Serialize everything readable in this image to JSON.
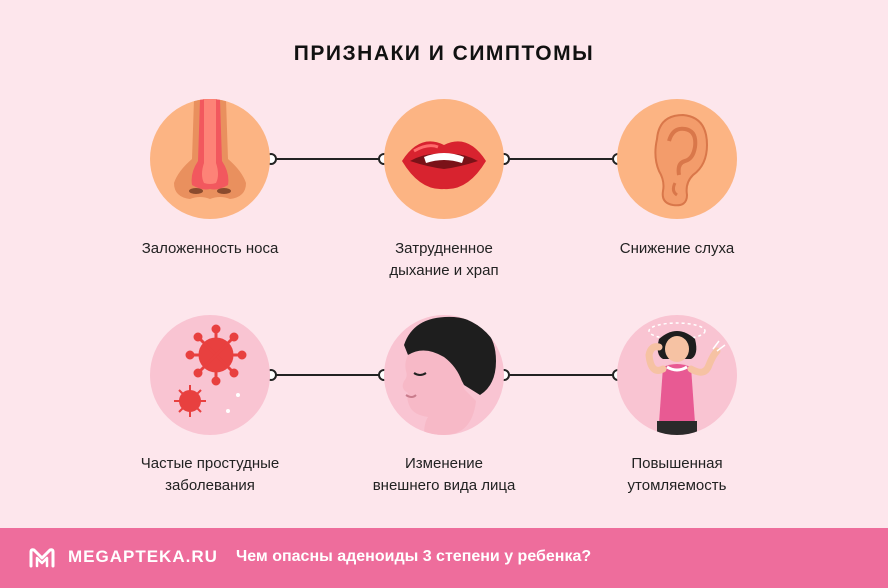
{
  "title": "ПРИЗНАКИ И СИМПТОМЫ",
  "symptoms": [
    {
      "lines": [
        "Заложенность носа"
      ],
      "icon": "nose-icon"
    },
    {
      "lines": [
        "Затрудненное",
        "дыхание и храп"
      ],
      "icon": "mouth-icon"
    },
    {
      "lines": [
        "Снижение слуха"
      ],
      "icon": "ear-icon"
    },
    {
      "lines": [
        "Частые простудные",
        "заболевания"
      ],
      "icon": "virus-icon"
    },
    {
      "lines": [
        "Изменение",
        "внешнего вида лица"
      ],
      "icon": "face-profile-icon"
    },
    {
      "lines": [
        "Повышенная",
        "утомляемость"
      ],
      "icon": "tired-woman-icon"
    }
  ],
  "footer": {
    "logo_text": "MEGAPTEKA.RU",
    "caption": "Чем опасны аденоиды 3 степени у ребенка?"
  },
  "colors": {
    "background": "#fde6ec",
    "circle_orange": "#fcb483",
    "circle_pink": "#f9c4d2",
    "footer": "#ee6d9c"
  }
}
